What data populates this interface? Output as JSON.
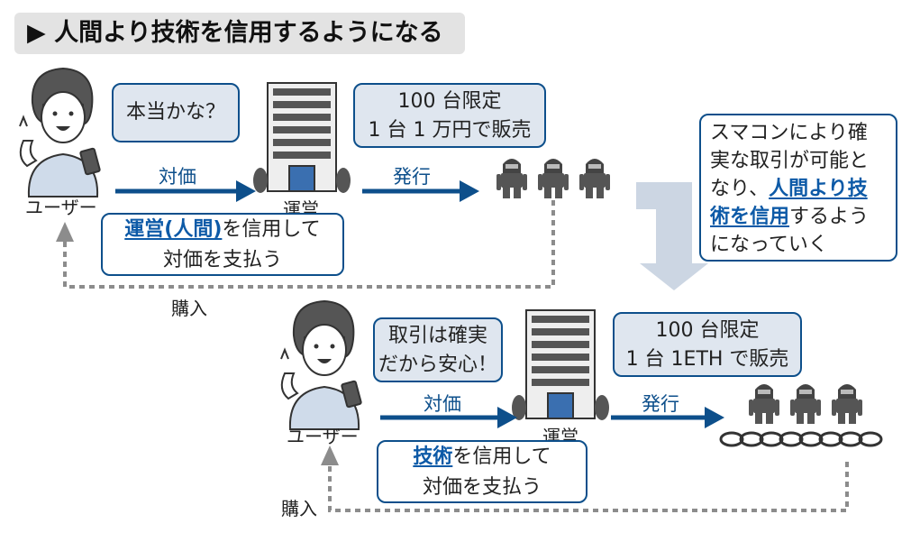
{
  "title": "人間より技術を信用するようになる",
  "top": {
    "user_label": "ユーザー",
    "operator_label": "運営",
    "user_bubble": "本当かな？",
    "operator_bubble_line1": "100 台限定",
    "operator_bubble_line2": "1 台 1 万円で販売",
    "arrow_pay": "対価",
    "arrow_issue": "発行",
    "note_highlight": "運営(人間)",
    "note_rest1": "を信用して",
    "note_line2": "対価を支払う",
    "purchase_label": "購入"
  },
  "side_note": {
    "line1": "スマコンにより確",
    "line2": "実な取引が可能と",
    "line3_pre": "なり、",
    "line3_hl": "人間より技",
    "line4_hl": "術を信用",
    "line4_rest": "するよう",
    "line5": "になっていく"
  },
  "bottom": {
    "user_label": "ユーザー",
    "operator_label": "運営",
    "user_bubble_line1": "取引は確実",
    "user_bubble_line2": "だから安心！",
    "operator_bubble_line1": "100 台限定",
    "operator_bubble_line2": "1 台 1ETH で販売",
    "arrow_pay": "対価",
    "arrow_issue": "発行",
    "note_highlight": "技術",
    "note_rest1": "を信用して",
    "note_line2": "対価を支払う",
    "purchase_label": "購入"
  },
  "colors": {
    "accent": "#0d4f8b",
    "bubble_fill": "#dfe6ef",
    "dotted": "#8c8c8c",
    "big_arrow": "#ccd6e3"
  }
}
